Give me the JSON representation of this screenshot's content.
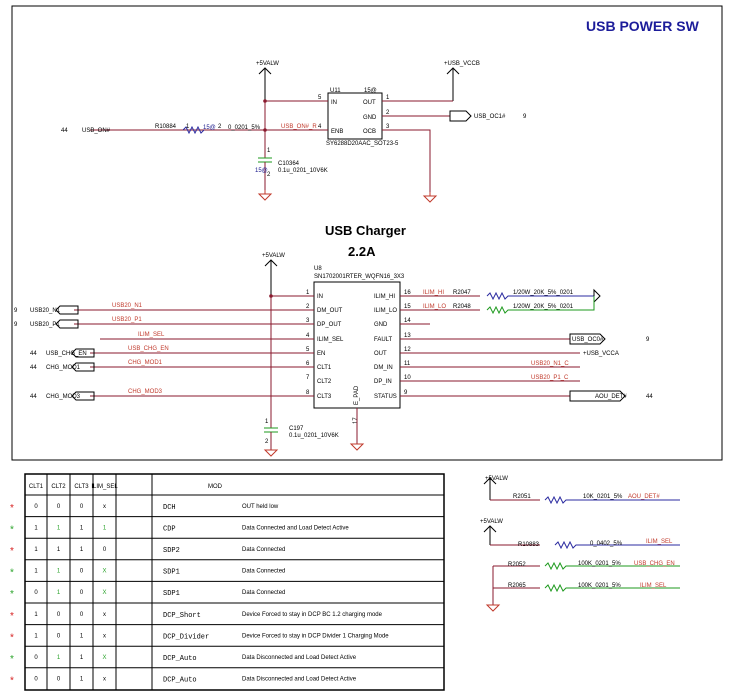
{
  "usb_power": {
    "title": "USB POWER SW",
    "supply_5v": "+5VALW",
    "vcc": "+USB_VCCB",
    "ref": "U11",
    "pin_in": "IN",
    "pin_out": "OUT",
    "pin_gnd": "GND",
    "pin_enb": "ENB",
    "pin_ocb": "OCB",
    "part": "SY6288D20AAC_SOT23-5",
    "pin_15": "15@",
    "n5": "5",
    "n1": "1",
    "n2": "2",
    "n4": "4",
    "n3": "3",
    "usb_on_page": "44",
    "usb_on": "USB_ON#",
    "resistor_ref": "R10884",
    "resistor_val": "0_0201_5%",
    "resistor_at": "15@",
    "net_usb_on_r": "USB_ON#_R",
    "oc_net": "USB_OC1#",
    "oc_page": "9",
    "cap_ref": "C10364",
    "cap_val": "0.1u_0201_10V6K",
    "cap_at": "15@"
  },
  "charger": {
    "title": "USB Charger",
    "current": "2.2A",
    "supply_5v": "+5VALW",
    "ref": "U8",
    "part": "SN1702001RTER_WQFN16_3X3",
    "left_pins": [
      {
        "num": "1",
        "name": "IN"
      },
      {
        "num": "2",
        "name": "DM_OUT"
      },
      {
        "num": "3",
        "name": "DP_OUT"
      },
      {
        "num": "4",
        "name": "ILIM_SEL"
      },
      {
        "num": "5",
        "name": "EN"
      },
      {
        "num": "6",
        "name": "CLT1"
      },
      {
        "num": "7",
        "name": "CLT2"
      },
      {
        "num": "8",
        "name": "CLT3"
      }
    ],
    "right_pins": [
      {
        "num": "16",
        "name": "ILIM_HI"
      },
      {
        "num": "15",
        "name": "ILIM_LO"
      },
      {
        "num": "14",
        "name": "GND"
      },
      {
        "num": "13",
        "name": "FAULT"
      },
      {
        "num": "12",
        "name": "OUT"
      },
      {
        "num": "11",
        "name": "DM_IN"
      },
      {
        "num": "10",
        "name": "DP_IN"
      },
      {
        "num": "9",
        "name": "STATUS"
      }
    ],
    "epad": "E_PAD",
    "epad_num": "17",
    "left_nets": [
      {
        "page": "9",
        "net": "USB20_N1",
        "wire": "USB20_N1"
      },
      {
        "page": "9",
        "net": "USB20_P1",
        "wire": "USB20_P1"
      },
      {
        "page": "",
        "net": "",
        "wire": "ILIM_SEL"
      },
      {
        "page": "44",
        "net": "USB_CHG_EN",
        "wire": "USB_CHG_EN"
      },
      {
        "page": "44",
        "net": "CHG_MOD1",
        "wire": "CHG_MOD1"
      },
      {
        "page": "44",
        "net": "CHG_MOD3",
        "wire": "CHG_MOD3"
      }
    ],
    "r_hi_ref": "R2047",
    "r_hi_val": "1/20W_20K_5%_0201",
    "ilim_hi": "ILIM_HI",
    "r_lo_ref": "R2048",
    "r_lo_val": "1/20W_20K_5%_0201",
    "ilim_lo": "ILIM_LO",
    "fault_net": "USB_OC0#",
    "fault_page": "9",
    "out_net": "+USB_VCCA",
    "dm_in_net": "USB20_N1_C",
    "dp_in_net": "USB20_P1_C",
    "status_net": "AOU_DET#",
    "status_page": "44",
    "cap_ref": "C197",
    "cap_val": "0.1u_0201_10V6K"
  },
  "table": {
    "headers": [
      "CLT1",
      "CLT2",
      "CLT3",
      "ILIM_SEL",
      "MOD"
    ],
    "rows": [
      {
        "star": "red",
        "c1": "0",
        "c2": "0",
        "c3": "0",
        "ilim": "x",
        "mode": "DCH",
        "desc": "OUT held low"
      },
      {
        "star": "green",
        "c1": "1",
        "c2": "1",
        "c3": "1",
        "ilim": "1",
        "mode": "CDP",
        "desc": "Data Connected and Load Detect Active"
      },
      {
        "star": "red",
        "c1": "1",
        "c2": "1",
        "c3": "1",
        "ilim": "0",
        "mode": "SDP2",
        "desc": "Data Connected"
      },
      {
        "star": "green",
        "c1": "1",
        "c2": "1",
        "c3": "0",
        "ilim": "X",
        "mode": "SDP1",
        "desc": "Data Connected"
      },
      {
        "star": "green",
        "c1": "0",
        "c2": "1",
        "c3": "0",
        "ilim": "X",
        "mode": "SDP1",
        "desc": "Data Connected"
      },
      {
        "star": "red",
        "c1": "1",
        "c2": "0",
        "c3": "0",
        "ilim": "x",
        "mode": "DCP_Short",
        "desc": "Device Forced to stay in DCP BC 1.2 charging mode"
      },
      {
        "star": "red",
        "c1": "1",
        "c2": "0",
        "c3": "1",
        "ilim": "x",
        "mode": "DCP_Divider",
        "desc": "Device Forced to stay in DCP Divider 1 Charging Mode"
      },
      {
        "star": "green",
        "c1": "0",
        "c2": "1",
        "c3": "1",
        "ilim": "X",
        "mode": "DCP_Auto",
        "desc": "Data Disconnected and Load Detect Active"
      },
      {
        "star": "red",
        "c1": "0",
        "c2": "0",
        "c3": "1",
        "ilim": "x",
        "mode": "DCP_Auto",
        "desc": "Data Disconnected and Load Detect Active"
      }
    ]
  },
  "pullups": {
    "supply_a": "+5VALW",
    "r1_ref": "R2051",
    "r1_val": "10K_0201_5%",
    "r1_net": "AOU_DET#",
    "supply_b": "+5VALW",
    "r2_ref": "R10883",
    "r2_val": "0_0402_5%",
    "r2_net": "ILIM_SEL",
    "r3_ref": "R2052",
    "r3_val": "100K_0201_5%",
    "r3_net": "USB_CHG_EN",
    "r4_ref": "R2065",
    "r4_val": "100K_0201_5%",
    "r4_net": "ILIM_SEL"
  },
  "colors": {
    "wire": "#8a1a2e",
    "title": "#1c1c9a",
    "net_label": "#c0392b",
    "unpopulated": "#2aa32a"
  }
}
